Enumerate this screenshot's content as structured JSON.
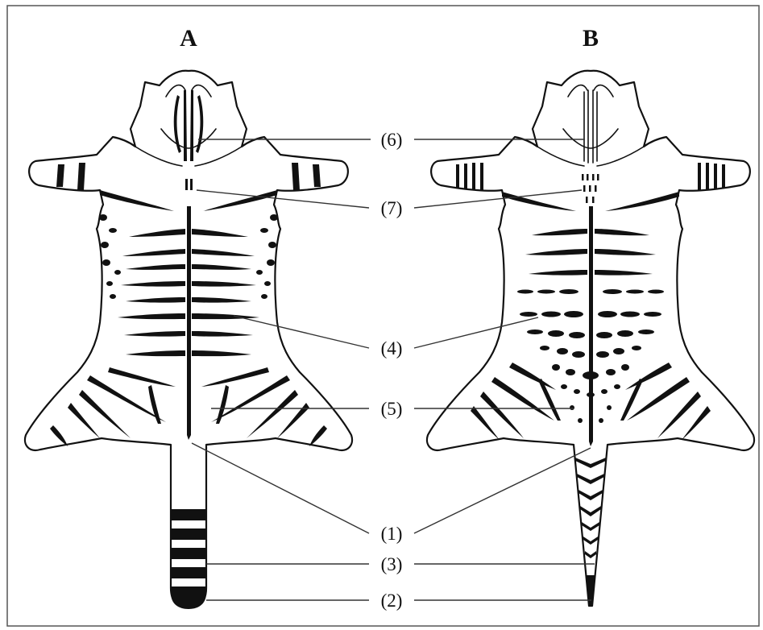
{
  "panels": [
    {
      "letter": "A"
    },
    {
      "letter": "B"
    }
  ],
  "callouts": [
    {
      "label": "(6)"
    },
    {
      "label": "(7)"
    },
    {
      "label": "(4)"
    },
    {
      "label": "(5)"
    },
    {
      "label": "(1)"
    },
    {
      "label": "(3)"
    },
    {
      "label": "(2)"
    }
  ]
}
